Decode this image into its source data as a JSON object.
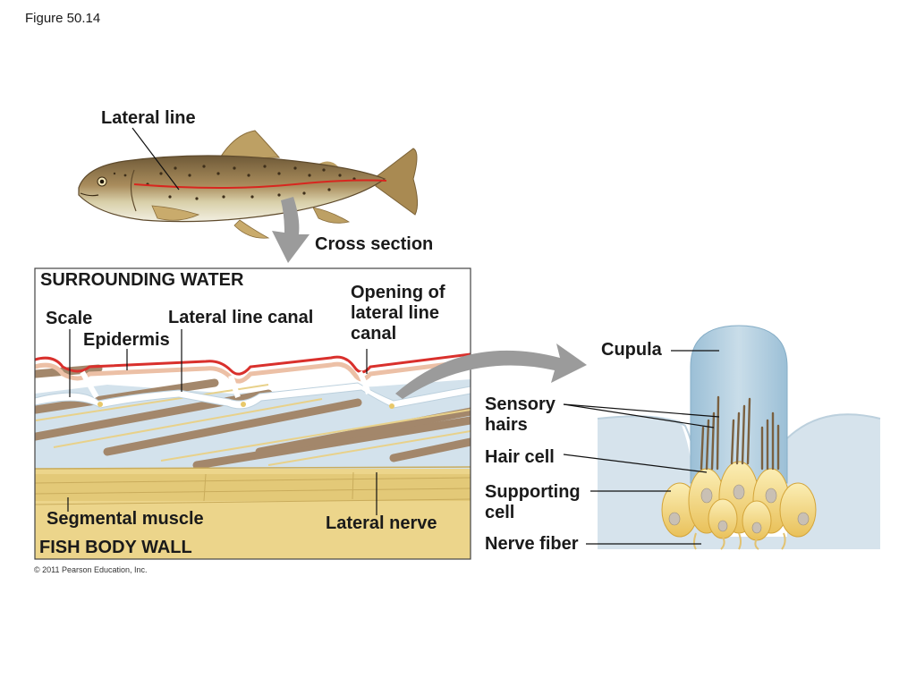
{
  "figure_label": "Figure 50.14",
  "copyright": "© 2011 Pearson Education, Inc.",
  "labels": {
    "lateral_line": "Lateral line",
    "cross_section": "Cross section",
    "surrounding_water": "SURROUNDING WATER",
    "opening_line1": "Opening of",
    "opening_line2": "lateral line",
    "opening_line3": "canal",
    "scale": "Scale",
    "lateral_line_canal": "Lateral line canal",
    "epidermis": "Epidermis",
    "segmental_muscle": "Segmental muscle",
    "lateral_nerve": "Lateral nerve",
    "fish_body_wall": "FISH BODY WALL",
    "cupula": "Cupula",
    "sensory_line1": "Sensory",
    "sensory_line2": "hairs",
    "hair_cell": "Hair cell",
    "supporting_line1": "Supporting",
    "supporting_line2": "cell",
    "nerve_fiber": "Nerve fiber"
  },
  "colors": {
    "water": "#d6e3ec",
    "epidermis": "#d9302c",
    "scale": "#a3876b",
    "muscle": "#ecd58b",
    "cupula": "#a9c8db",
    "hair_cell": "#f3dc8c",
    "arrow": "#9b9b9b"
  }
}
